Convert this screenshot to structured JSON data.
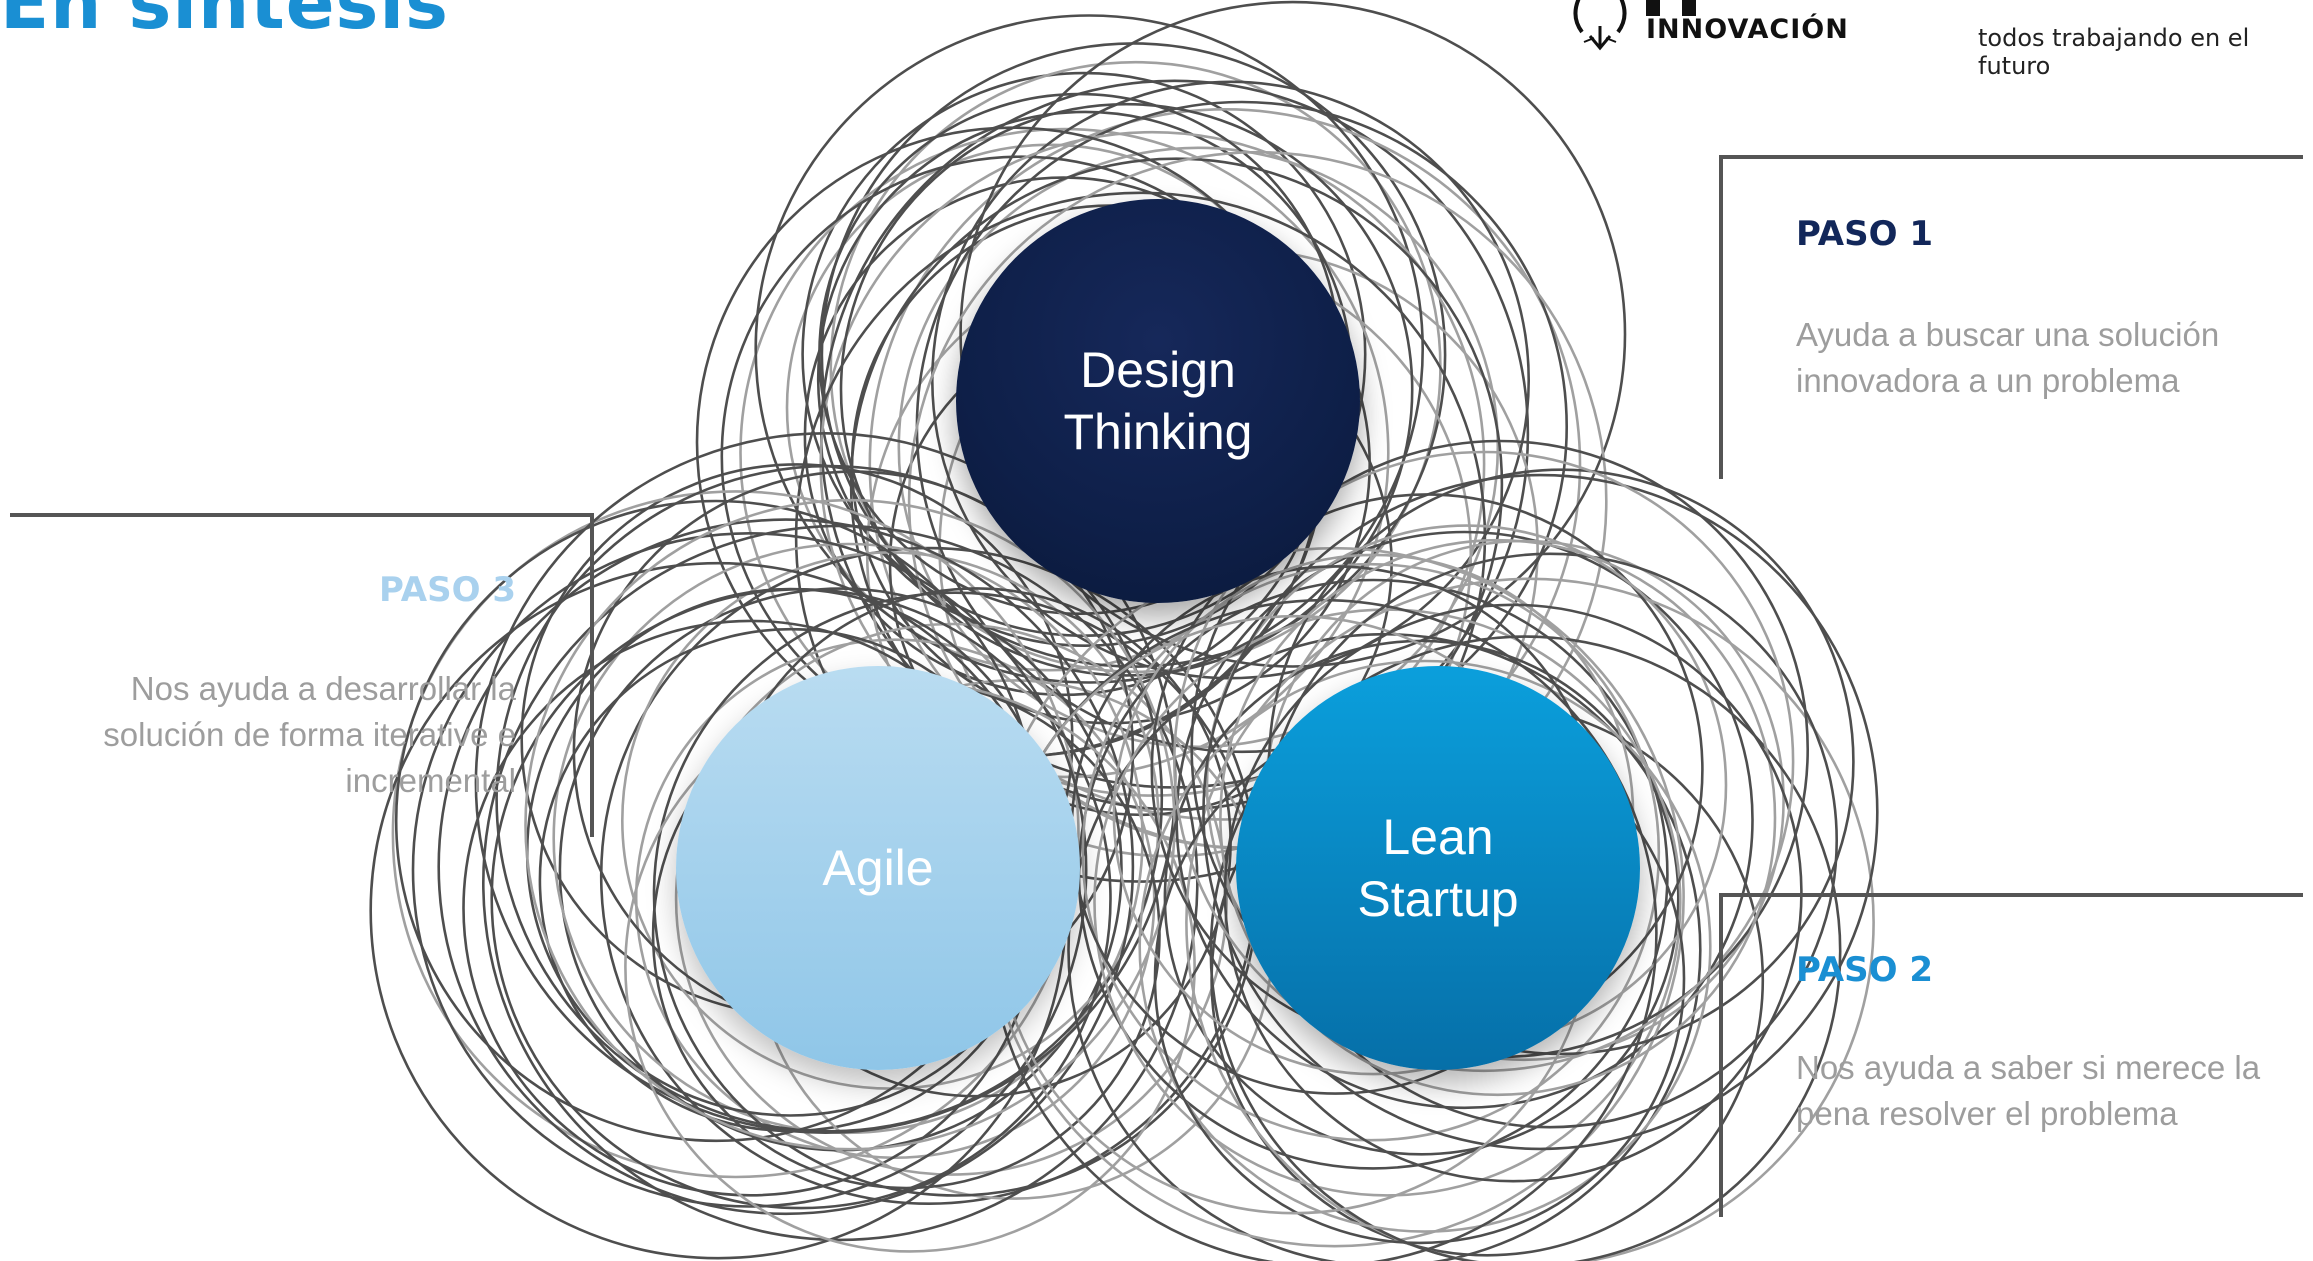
{
  "header": {
    "title": "En síntesis",
    "brand_name": "INNOVACIÓN",
    "tagline": "todos trabajando en el futuro"
  },
  "bubbles": {
    "design_thinking": "Design\nThinking",
    "agile": "Agile",
    "lean_startup": "Lean\nStartup"
  },
  "steps": {
    "paso1": {
      "heading": "PASO 1",
      "text": "Ayuda a buscar una solución innovadora a un problema"
    },
    "paso2": {
      "heading": "PASO 2",
      "text": "Nos ayuda a saber si merece la pena resolver el problema"
    },
    "paso3": {
      "heading": "PASO 3",
      "text": "Nos ayuda a desarrollar la solución de forma iterative e incremental"
    }
  },
  "colors": {
    "title_blue": "#1a8fd3",
    "design_thinking_fill": "#0e1f48",
    "agile_fill": "#a5d2ee",
    "lean_startup_fill": "#0a87c7",
    "paso1_heading": "#12275a",
    "paso2_heading": "#1a8fd3",
    "paso3_heading": "#a9d1ee",
    "body_text": "#9d9d9d"
  },
  "icons": {
    "brand_logo": "lion-head-icon"
  }
}
